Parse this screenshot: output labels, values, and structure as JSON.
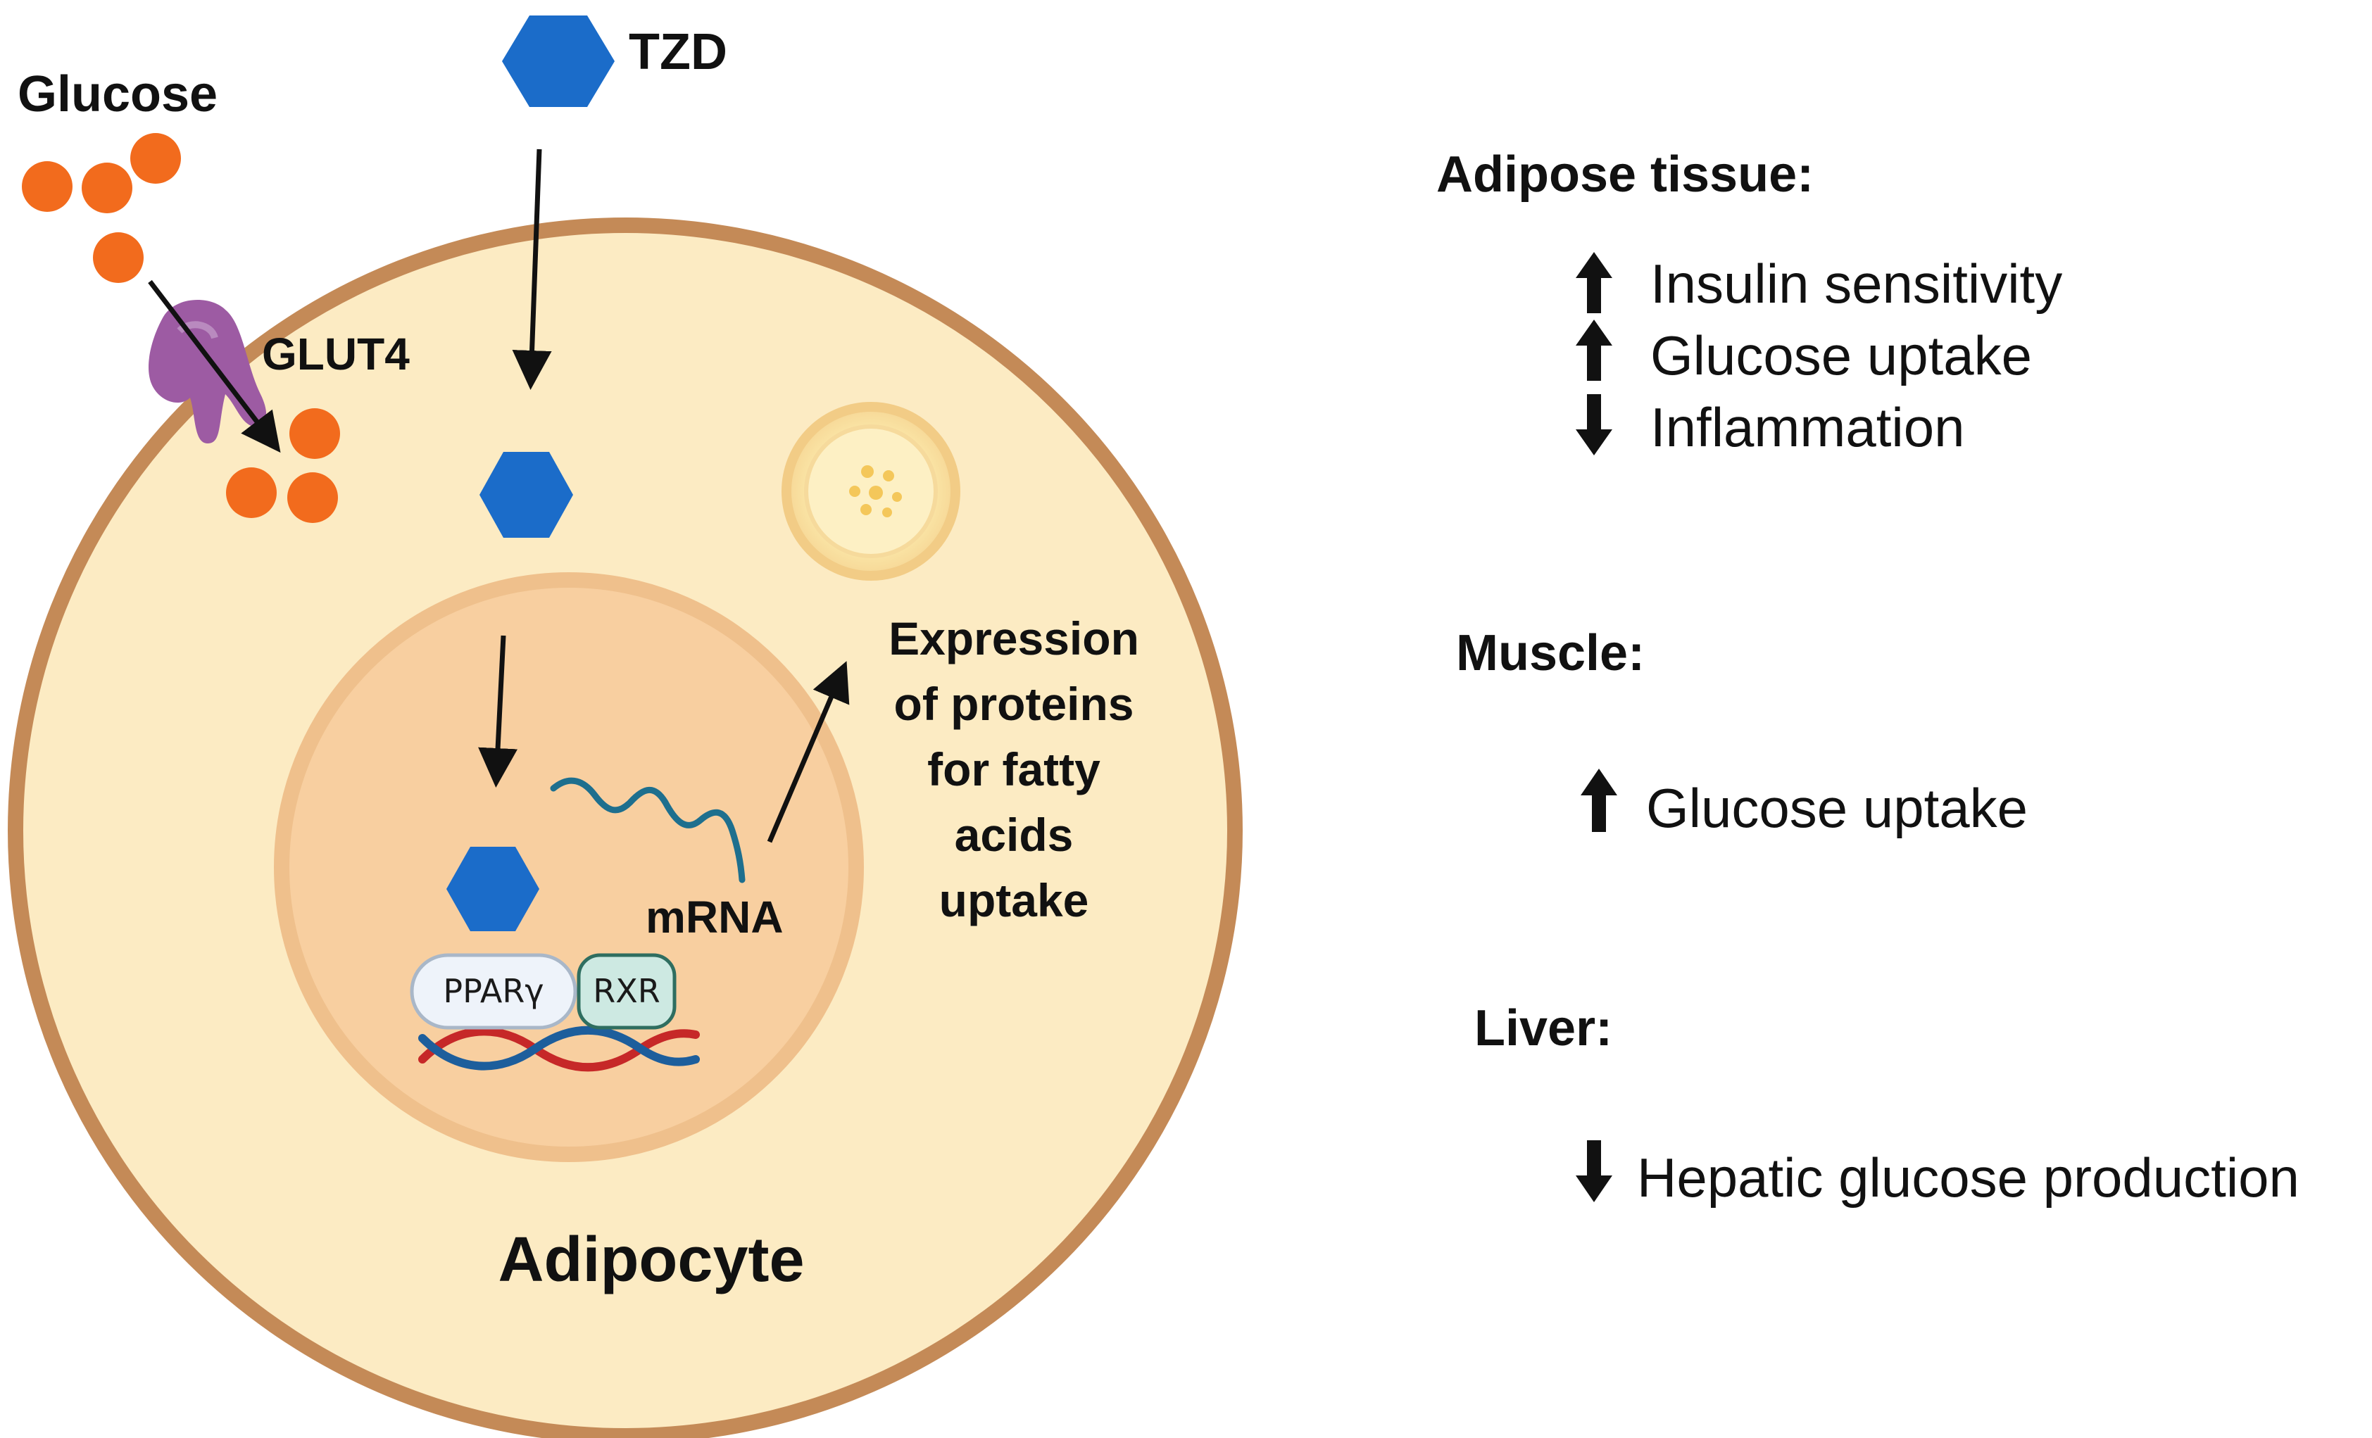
{
  "labels": {
    "glucose": "Glucose",
    "tzd": "TZD",
    "glut4": "GLUT4",
    "mrna": "mRNA",
    "expression": [
      "Expression",
      "of proteins",
      "for fatty",
      "acids",
      "uptake"
    ],
    "ppar": "PPARγ",
    "rxr": "RXR",
    "cell": "Adipocyte"
  },
  "effects": [
    {
      "tissue": "Adipose tissue:",
      "items": [
        {
          "direction": "up",
          "text": "Insulin sensitivity"
        },
        {
          "direction": "up",
          "text": "Glucose uptake"
        },
        {
          "direction": "down",
          "text": "Inflammation"
        }
      ]
    },
    {
      "tissue": "Muscle:",
      "items": [
        {
          "direction": "up",
          "text": "Glucose uptake"
        }
      ]
    },
    {
      "tissue": "Liver:",
      "items": [
        {
          "direction": "down",
          "text": "Hepatic glucose production"
        }
      ]
    }
  ],
  "colors": {
    "cell_fill": "#FCEBC3",
    "cell_border": "#C48A57",
    "nucleus_fill": "#F8CFA0",
    "nucleus_border": "#EFC08C",
    "glucose": "#F26B1D",
    "tzd": "#1B6CC9",
    "glut4": "#9D5BA3",
    "mrna": "#1E6F8E",
    "ppar_fill": "#EEF3FA",
    "rxr_fill": "#CDE9E2",
    "dna_red": "#C62828",
    "dna_blue": "#1D5E9C"
  }
}
